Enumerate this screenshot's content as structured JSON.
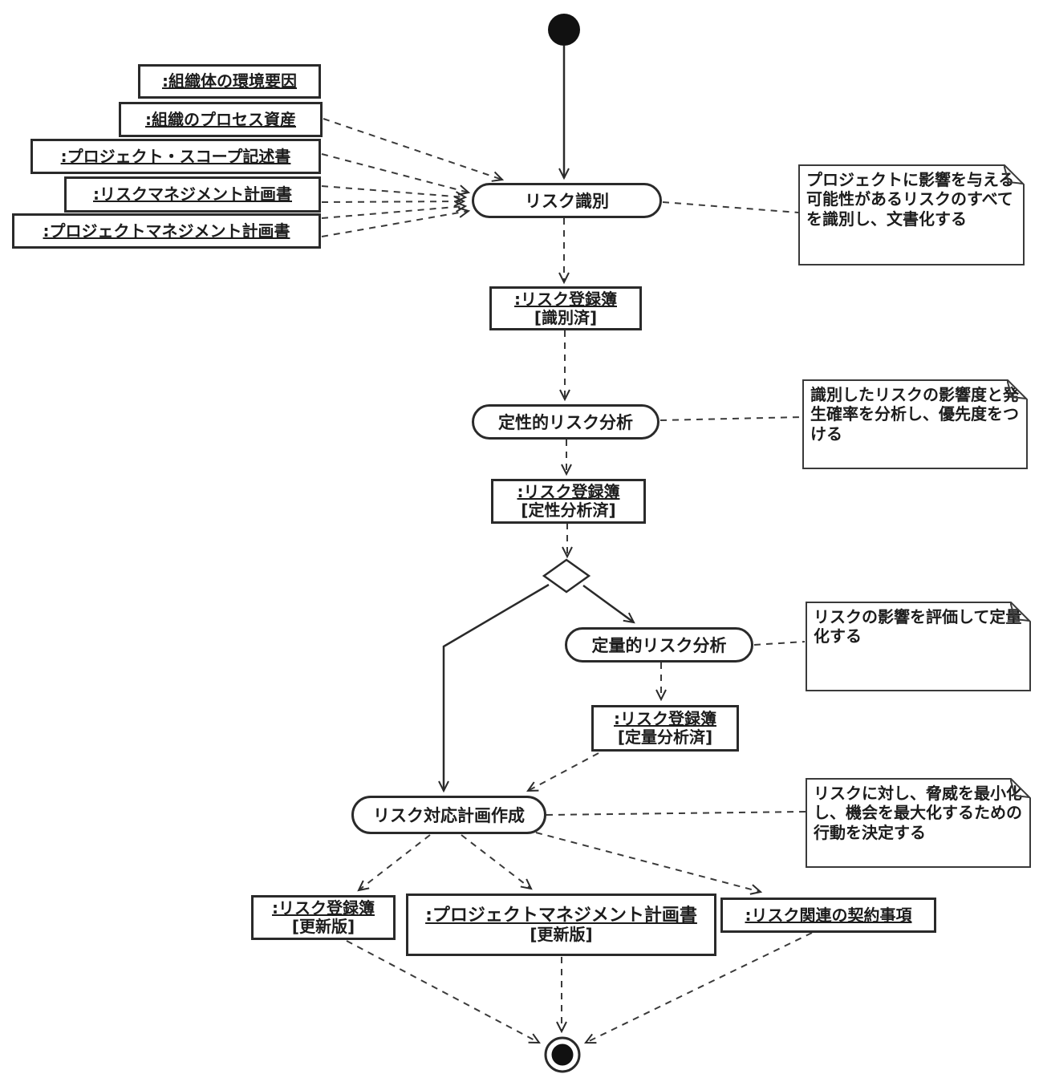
{
  "colors": {
    "ink": "#2a2a2a",
    "fill": "#ffffff",
    "node": "#111111"
  },
  "diagram": {
    "inputs": [
      {
        "label": ":組織体の環境要因"
      },
      {
        "label": ":組織のプロセス資産"
      },
      {
        "label": ":プロジェクト・スコープ記述書"
      },
      {
        "label": ":リスクマネジメント計画書"
      },
      {
        "label": ":プロジェクトマネジメント計画書"
      }
    ],
    "activities": [
      {
        "label": "リスク識別"
      },
      {
        "label": "定性的リスク分析"
      },
      {
        "label": "定量的リスク分析"
      },
      {
        "label": "リスク対応計画作成"
      }
    ],
    "artifacts": [
      {
        "title": ":リスク登録簿",
        "state": "[識別済]"
      },
      {
        "title": ":リスク登録簿",
        "state": "[定性分析済]"
      },
      {
        "title": ":リスク登録簿",
        "state": "[定量分析済]"
      },
      {
        "title": ":リスク登録簿",
        "state": "[更新版]"
      },
      {
        "title": ":プロジェクトマネジメント計画書",
        "state": "[更新版]"
      },
      {
        "title": ":リスク関連の契約事項"
      }
    ],
    "notes": [
      {
        "text": "プロジェクトに影響を与える可能性があるリスクのすべてを識別し、文書化する"
      },
      {
        "text": "識別したリスクの影響度と発生確率を分析し、優先度をつける"
      },
      {
        "text": "リスクの影響を評価して定量化する"
      },
      {
        "text": "リスクに対し、脅威を最小化し、機会を最大化するための行動を決定する"
      }
    ]
  }
}
